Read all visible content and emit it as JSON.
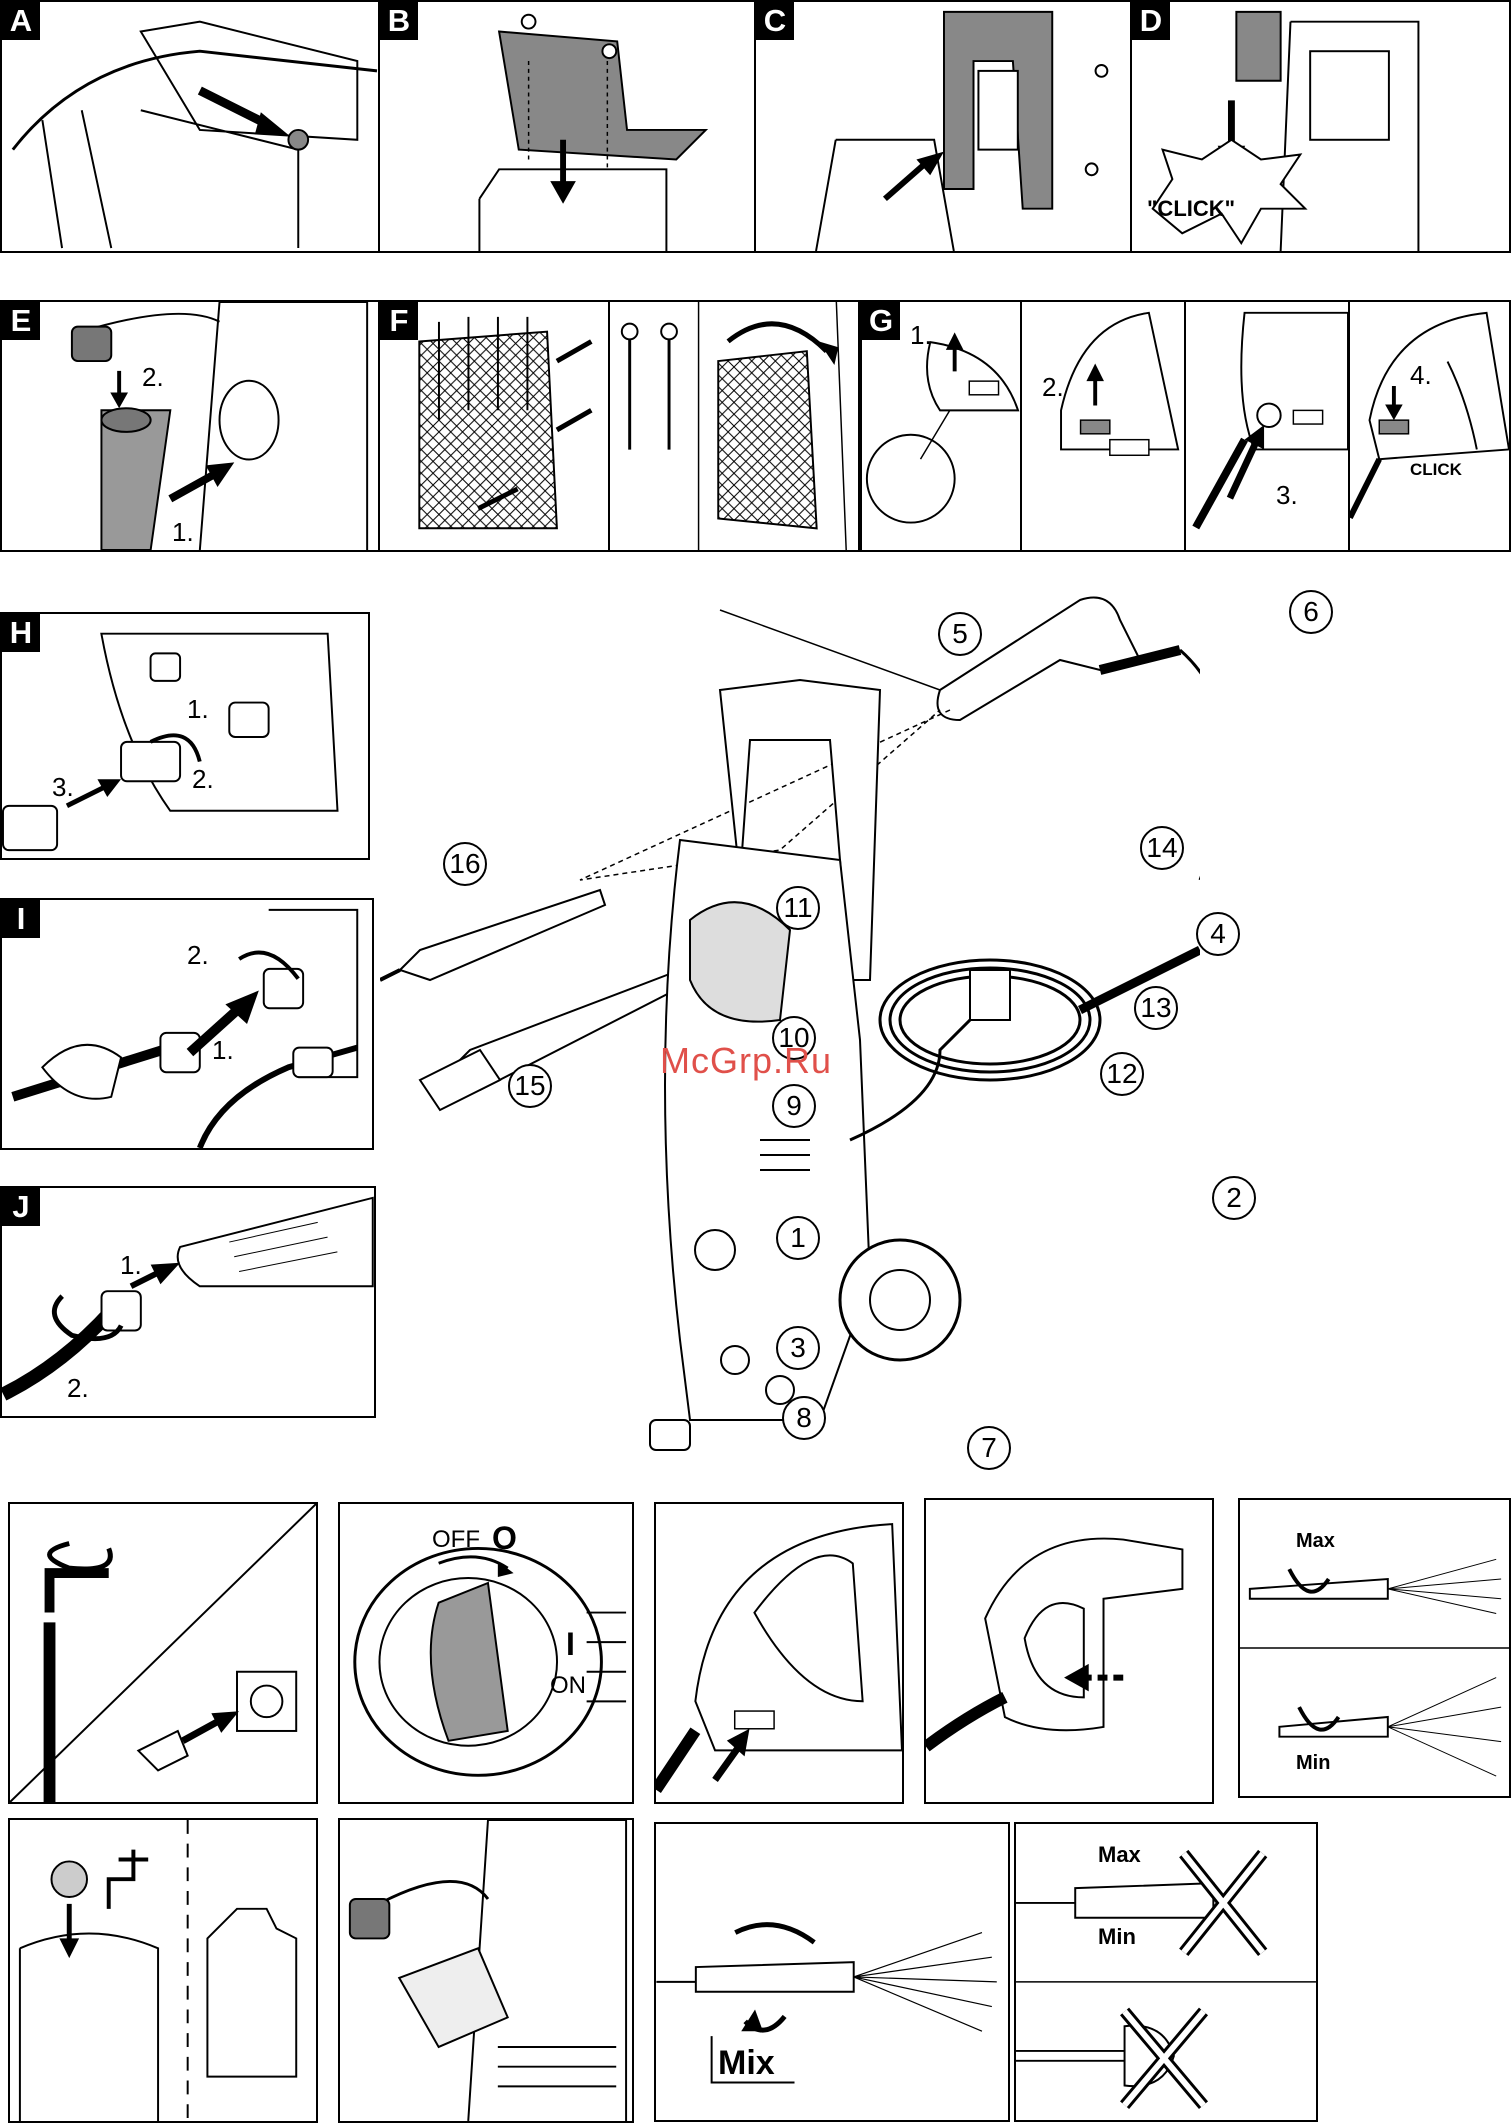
{
  "panels": {
    "A": "A",
    "B": "B",
    "C": "C",
    "D": "D",
    "E": "E",
    "F": "F",
    "G": "G",
    "H": "H",
    "I": "I",
    "J": "J"
  },
  "step_labels": {
    "d_click": "\"CLICK\"",
    "e_1": "1.",
    "e_2": "2.",
    "g_1": "1.",
    "g_2": "2.",
    "g_3": "3.",
    "g_4": "4.",
    "g_click": "CLICK",
    "h_1": "1.",
    "h_2": "2.",
    "h_3": "3.",
    "i_1": "1.",
    "i_2": "2.",
    "j_1": "1.",
    "j_2": "2."
  },
  "callouts": [
    "1",
    "2",
    "3",
    "4",
    "5",
    "6",
    "7",
    "8",
    "9",
    "10",
    "11",
    "12",
    "13",
    "14",
    "15",
    "16"
  ],
  "watermark": "McGrp.Ru",
  "switch": {
    "off": "OFF",
    "off_symbol": "O",
    "on_symbol": "I",
    "on": "ON"
  },
  "spray": {
    "max_1": "Max",
    "min_1": "Min",
    "max_2": "Max",
    "min_2": "Min",
    "mix": "Mix"
  }
}
